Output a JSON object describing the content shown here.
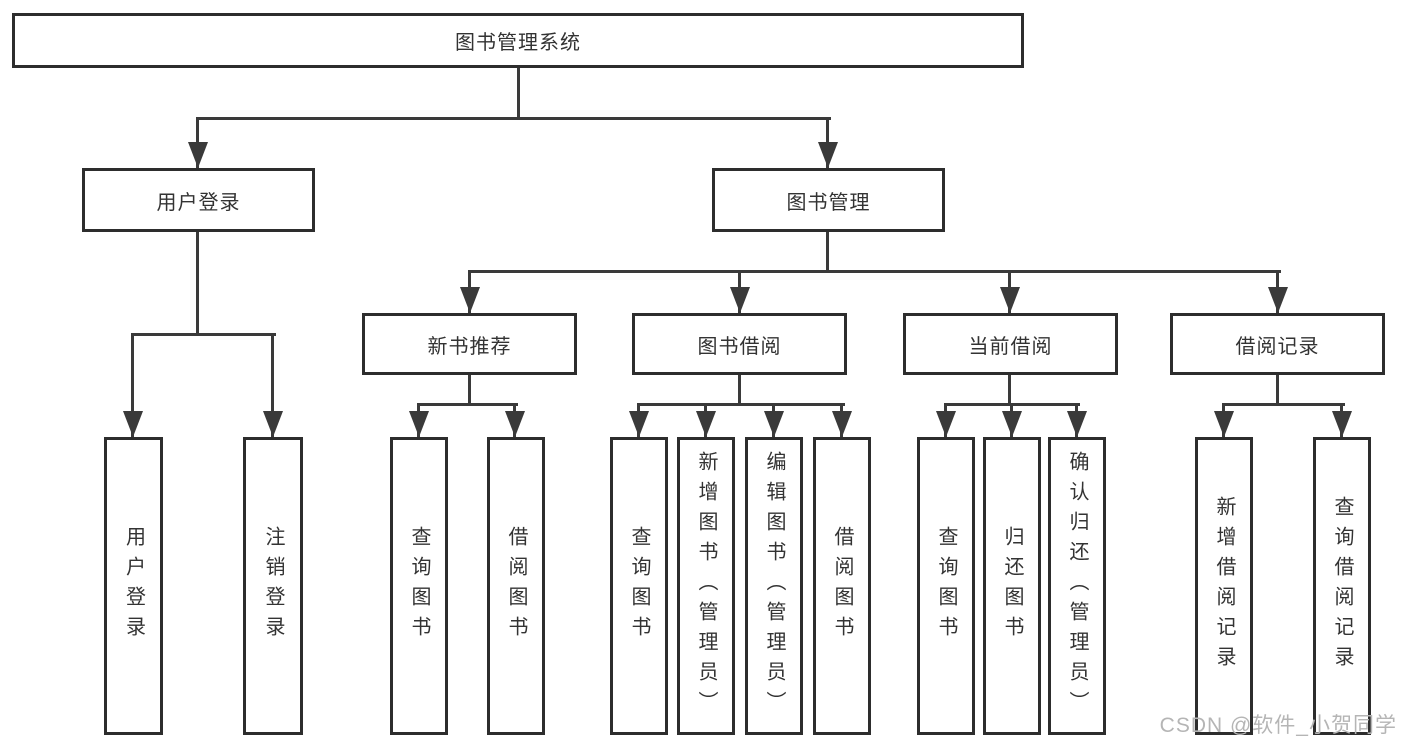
{
  "diagram": {
    "root": {
      "label": "图书管理系统"
    },
    "branches": {
      "user_login": {
        "label": "用户登录",
        "children": [
          {
            "label": "用户登录"
          },
          {
            "label": "注销登录"
          }
        ]
      },
      "book_mgmt": {
        "label": "图书管理",
        "sections": [
          {
            "label": "新书推荐",
            "children": [
              {
                "label": "查询图书"
              },
              {
                "label": "借阅图书"
              }
            ]
          },
          {
            "label": "图书借阅",
            "children": [
              {
                "label": "查询图书"
              },
              {
                "label": "新增图书（管理员）"
              },
              {
                "label": "编辑图书（管理员）"
              },
              {
                "label": "借阅图书"
              }
            ]
          },
          {
            "label": "当前借阅",
            "children": [
              {
                "label": "查询图书"
              },
              {
                "label": "归还图书"
              },
              {
                "label": "确认归还（管理员）"
              }
            ]
          },
          {
            "label": "借阅记录",
            "children": [
              {
                "label": "新增借阅记录"
              },
              {
                "label": "查询借阅记录"
              }
            ]
          }
        ]
      }
    }
  },
  "watermark": {
    "text": "CSDN @软件_小贺同学",
    "color": "#b5b5b5"
  },
  "colors": {
    "line": "#3a3a3a",
    "box_border": "#2d2d2d",
    "text": "#333333",
    "background": "#ffffff"
  }
}
